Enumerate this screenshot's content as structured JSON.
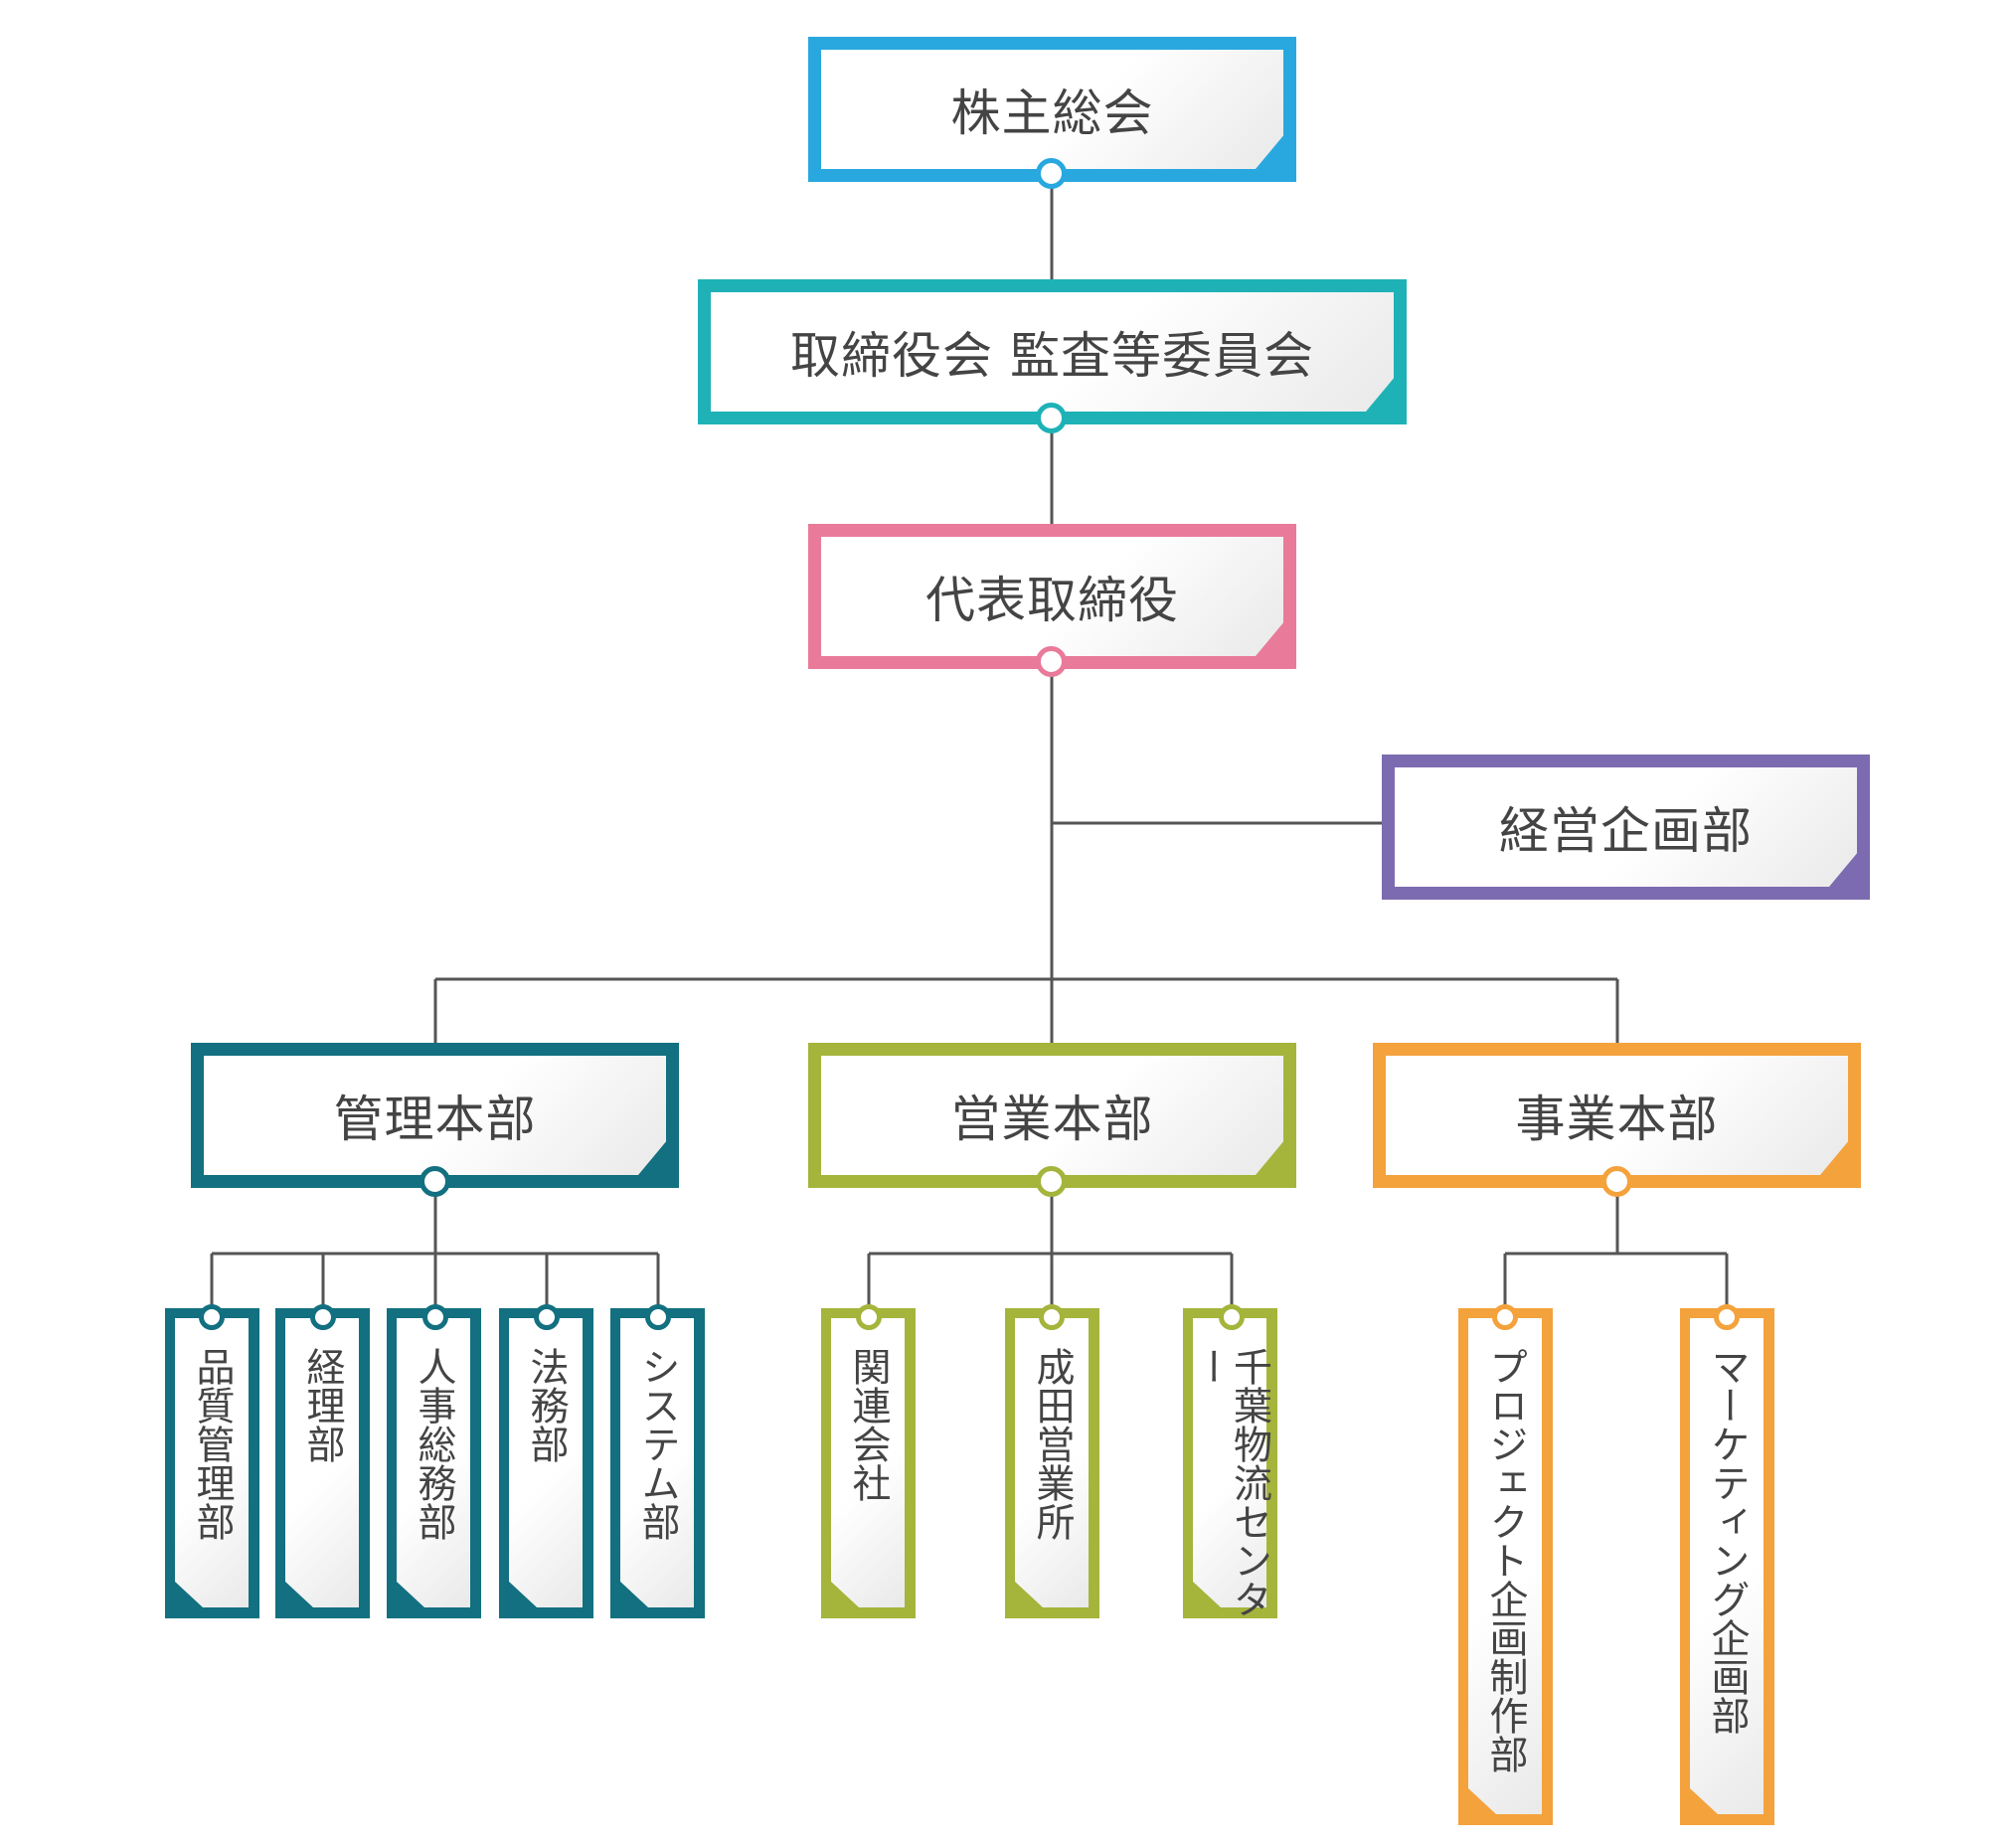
{
  "colors": {
    "shareholders": "#29a8e0",
    "board": "#1eb2b7",
    "ceo": "#e97a9a",
    "planning": "#7c6bb0",
    "admin": "#127080",
    "sales": "#a5b43b",
    "business": "#f4a23c",
    "line": "#555555"
  },
  "nodes": {
    "shareholders": "株主総会",
    "board": "取締役会 監査等委員会",
    "ceo": "代表取締役",
    "planning": "経営企画部",
    "admin": "管理本部",
    "sales": "営業本部",
    "business": "事業本部"
  },
  "admin_children": [
    "品質管理部",
    "経理部",
    "人事総務部",
    "法務部",
    "システム部"
  ],
  "sales_children": [
    "関連会社",
    "成田営業所",
    "千葉物流センター"
  ],
  "business_children": [
    "プロジェクト企画制作部",
    "マーケティング企画部"
  ]
}
